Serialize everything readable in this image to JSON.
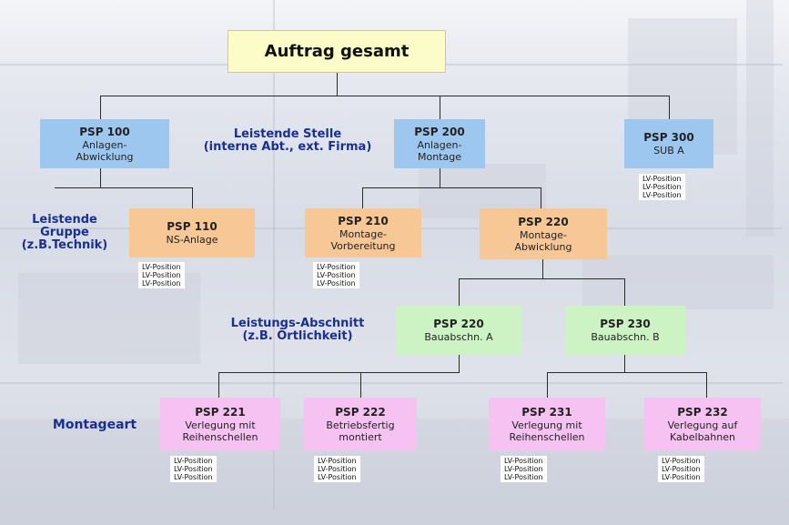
{
  "top": {
    "title": "Auftrag gesamt"
  },
  "labels": {
    "leistende_stelle": "Leistende Stelle\n(interne Abt., ext. Firma)",
    "leistende_gruppe": "Leistende\nGruppe\n(z.B.Technik)",
    "leistungs_abschnitt": "Leistungs-Abschnitt\n(z.B. Örtlichkeit)",
    "montageart": "Montageart"
  },
  "nodes": {
    "psp100": {
      "code": "PSP 100",
      "text": "Anlagen-\nAbwicklung"
    },
    "psp200": {
      "code": "PSP 200",
      "text": "Anlagen-\nMontage"
    },
    "psp300": {
      "code": "PSP 300",
      "text": "SUB A"
    },
    "psp110": {
      "code": "PSP 110",
      "text": "NS-Anlage"
    },
    "psp210": {
      "code": "PSP 210",
      "text": "Montage-\nVorbereitung"
    },
    "psp220": {
      "code": "PSP 220",
      "text": "Montage-\nAbwicklung"
    },
    "psp220a": {
      "code": "PSP 220",
      "text": "Bauabschn. A"
    },
    "psp230": {
      "code": "PSP 230",
      "text": "Bauabschn. B"
    },
    "psp221": {
      "code": "PSP 221",
      "text": "Verlegung mit\nReihenschellen"
    },
    "psp222": {
      "code": "PSP 222",
      "text": "Betriebsfertig\nmontiert"
    },
    "psp231": {
      "code": "PSP 231",
      "text": "Verlegung mit\nReihenschellen"
    },
    "psp232": {
      "code": "PSP 232",
      "text": "Verlegung auf\nKabelbahnen"
    }
  },
  "lv": {
    "psp300": "LV-Position\nLV-Position\nLV-Position",
    "psp110": "LV-Position\nLV-Position\nLV-Position",
    "psp210": "LV-Position\nLV-Position\nLV-Position",
    "psp221": "LV-Position\nLV-Position\nLV-Position",
    "psp222": "LV-Position\nLV-Position\nLV-Position",
    "psp231": "LV-Position\nLV-Position\nLV-Position",
    "psp232": "LV-Position\nLV-Position\nLV-Position"
  }
}
